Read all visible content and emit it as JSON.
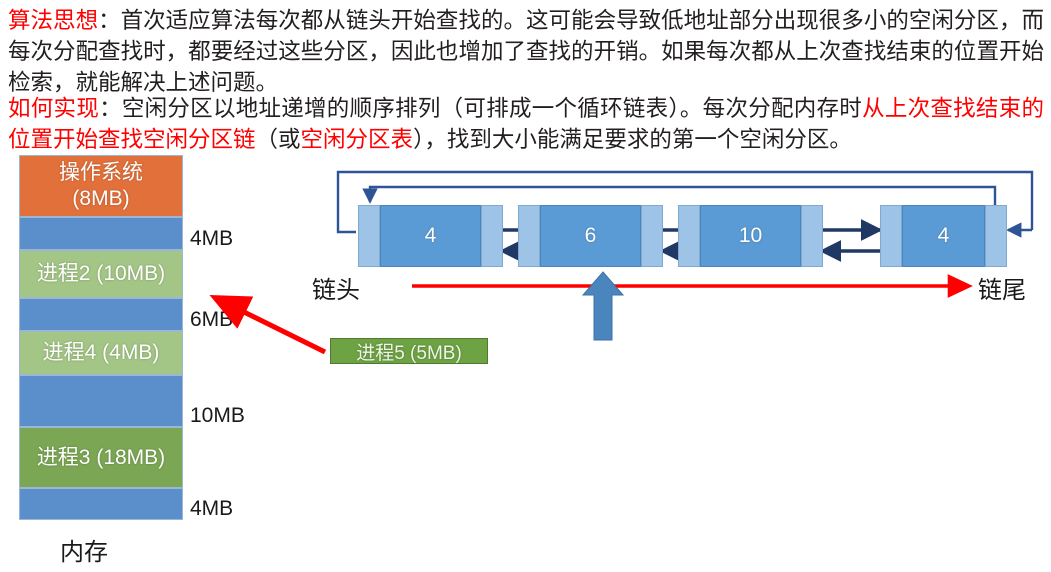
{
  "paragraphs": [
    {
      "id": "algorithm-idea",
      "runs": [
        {
          "text": "算法思想",
          "color": "red"
        },
        {
          "text": "：首次适应算法每次都从链头开始查找的。这可能会导致低地址部分出现很多小的空闲分区，而每次分配查找时，都要经过这些分区，因此也增加了查找的开销。如果每次都从上次查找结束的位置开始检索，就能解决上述问题。",
          "color": "black"
        }
      ]
    },
    {
      "id": "how-to-implement",
      "runs": [
        {
          "text": "如何实现",
          "color": "red"
        },
        {
          "text": "：空闲分区以地址递增的顺序排列（可排成一个循环链表）。每次分配内存时",
          "color": "black"
        },
        {
          "text": "从上次查找结束的位置开始查找",
          "color": "red"
        },
        {
          "text": "空闲分区链",
          "color": "red"
        },
        {
          "text": "（或",
          "color": "black"
        },
        {
          "text": "空闲分区表",
          "color": "red"
        },
        {
          "text": "），找到大小能满足要求的第一个空闲分区。",
          "color": "black"
        }
      ]
    }
  ],
  "memory": {
    "caption": "内存",
    "blocks": [
      {
        "label": "操作系统",
        "sublabel": "(8MB)",
        "kind": "os",
        "size_label": ""
      },
      {
        "label": "",
        "sublabel": "",
        "kind": "free",
        "size_label": "4MB"
      },
      {
        "label": "进程2 (10MB)",
        "sublabel": "",
        "kind": "process",
        "size_label": ""
      },
      {
        "label": "",
        "sublabel": "",
        "kind": "free",
        "size_label": "6MB"
      },
      {
        "label": "进程4 (4MB)",
        "sublabel": "",
        "kind": "process",
        "size_label": ""
      },
      {
        "label": "",
        "sublabel": "",
        "kind": "free",
        "size_label": "10MB"
      },
      {
        "label": "进程3 (18MB)",
        "sublabel": "",
        "kind": "process-dark",
        "size_label": ""
      },
      {
        "label": "",
        "sublabel": "",
        "kind": "free",
        "size_label": "4MB"
      }
    ],
    "colors": {
      "os": "#e2703a",
      "free": "#5b8fcb",
      "process": "#a3c585",
      "process_dark": "#7ba653"
    }
  },
  "process_tag": {
    "label": "进程5 (5MB)",
    "color": "#6ea344"
  },
  "linked_list": {
    "head_label": "链头",
    "tail_label": "链尾",
    "nodes": [
      {
        "value": "4"
      },
      {
        "value": "6"
      },
      {
        "value": "10"
      },
      {
        "value": "4"
      }
    ],
    "colors": {
      "pointer_segment": "#9dc3e6",
      "data_segment": "#5b9bd5",
      "wire": "#2f5496",
      "scan_arrow": "#ff0000",
      "cursor_arrow": "#4a86bd"
    }
  }
}
